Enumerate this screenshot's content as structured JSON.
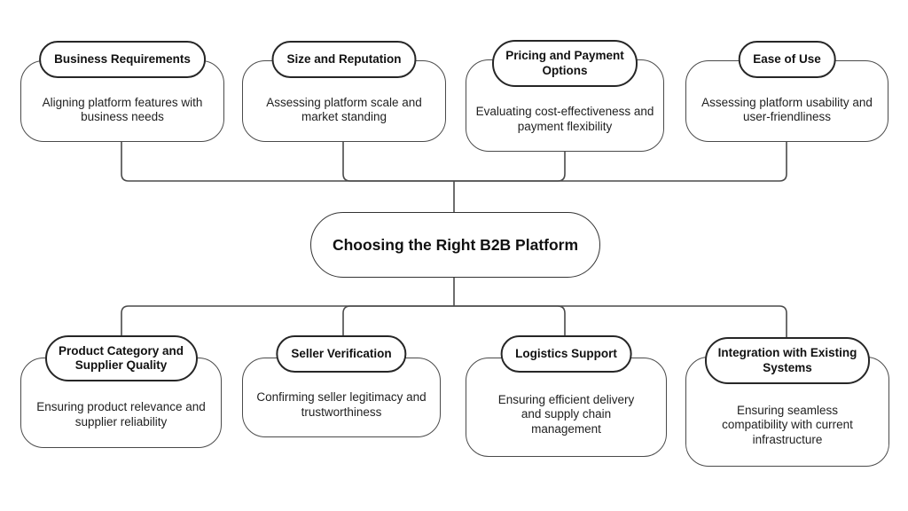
{
  "diagram": {
    "center": {
      "title": "Choosing the Right B2B Platform"
    },
    "top_nodes": [
      {
        "title": "Business Requirements",
        "description": "Aligning platform features with business needs"
      },
      {
        "title": "Size and Reputation",
        "description": "Assessing platform scale and market standing"
      },
      {
        "title": "Pricing and Payment Options",
        "description": "Evaluating cost-effectiveness and payment flexibility"
      },
      {
        "title": "Ease of Use",
        "description": "Assessing platform usability and user-friendliness"
      }
    ],
    "bottom_nodes": [
      {
        "title": "Product Category and Supplier Quality",
        "description": "Ensuring product relevance and supplier reliability"
      },
      {
        "title": "Seller Verification",
        "description": "Confirming seller legitimacy and trustworthiness"
      },
      {
        "title": "Logistics Support",
        "description": "Ensuring efficient delivery and supply chain management"
      },
      {
        "title": "Integration with Existing Systems",
        "description": "Ensuring seamless compatibility with current infrastructure"
      }
    ],
    "colors": {
      "background": "#ffffff",
      "line": "#4a4a4a",
      "box_border": "#4a4a4a",
      "pill_border": "#262626",
      "text": "#1f1f1f"
    }
  }
}
